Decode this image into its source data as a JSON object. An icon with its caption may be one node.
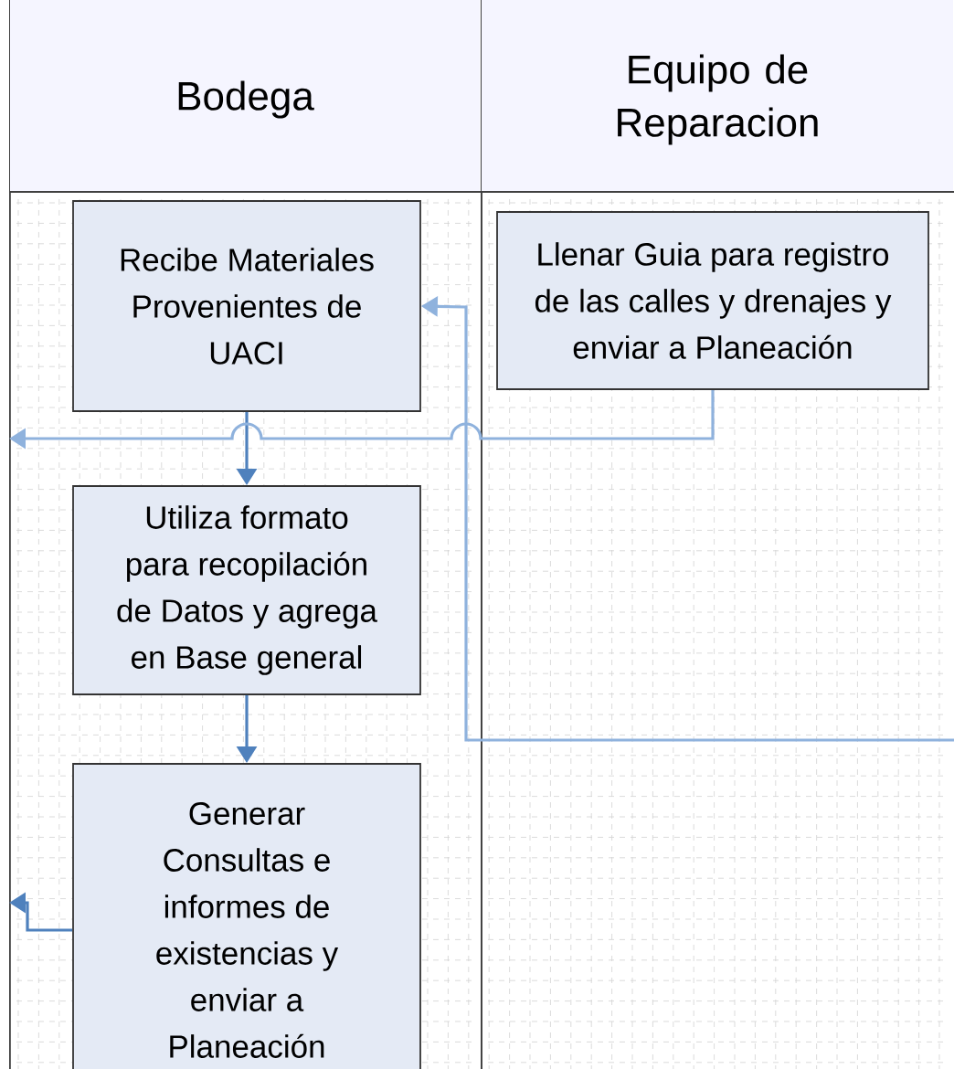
{
  "diagram": {
    "nodes": [
      {
        "text": [
          "Bodega"
        ]
      },
      {
        "text": [
          "Equipo de Reparacion"
        ]
      },
      {
        "text": [
          "Recibe Materiales Provenientes de UACI"
        ],
        "in": 0
      },
      {
        "text": [
          "Llenar Guia para registro de las calles y drenajes y enviar a Planeación"
        ],
        "in": 1
      },
      {
        "text": [
          "Utiliza formato para recopilación de Datos y agrega en Base general"
        ],
        "in": 0
      },
      {
        "text": [
          "Generar Consultas e informes de existencias y enviar a Planeación"
        ],
        "in": 0
      }
    ],
    "edges": [
      {
        "from": 2,
        "to": 4,
        "arrow": "to"
      },
      {
        "from": 3,
        "to": 0,
        "arrow": "to",
        "color": "#8fb2dd"
      },
      {
        "from": 4,
        "to": 5,
        "arrow": "to"
      },
      {
        "from": 5,
        "to": 0,
        "arrow": "to"
      },
      {
        "from": 1,
        "to": 2,
        "arrow": "to",
        "color": "#8fb2dd"
      }
    ]
  }
}
